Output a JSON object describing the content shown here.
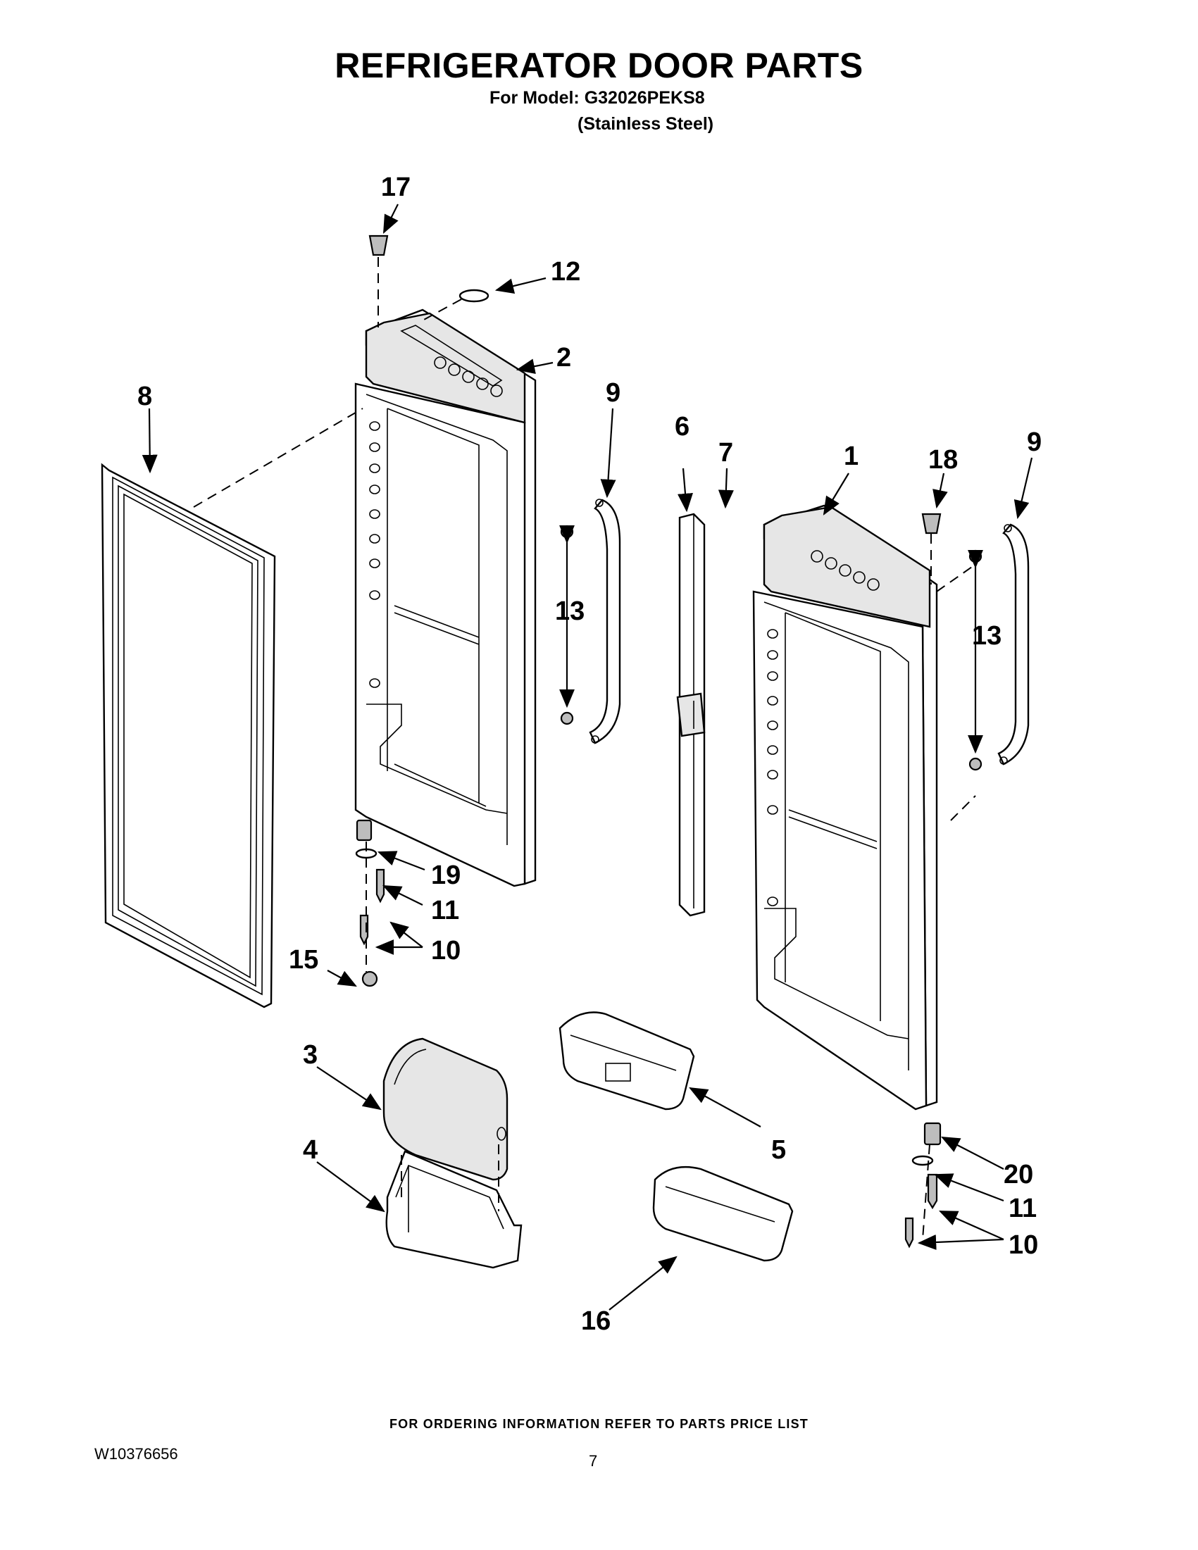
{
  "header": {
    "title": "REFRIGERATOR DOOR PARTS",
    "model_line": "For Model: G32026PEKS8",
    "variant": "(Stainless Steel)"
  },
  "callouts": {
    "c1": "1",
    "c2": "2",
    "c3": "3",
    "c4": "4",
    "c5": "5",
    "c6": "6",
    "c7": "7",
    "c8": "8",
    "c9a": "9",
    "c9b": "9",
    "c10a": "10",
    "c10b": "10",
    "c11a": "11",
    "c11b": "11",
    "c12": "12",
    "c13a": "13",
    "c13b": "13",
    "c15": "15",
    "c16": "16",
    "c17": "17",
    "c18": "18",
    "c19": "19",
    "c20": "20"
  },
  "footer": {
    "ordering_note": "FOR ORDERING INFORMATION REFER TO PARTS PRICE LIST",
    "doc_number": "W10376656",
    "page_number": "7"
  }
}
